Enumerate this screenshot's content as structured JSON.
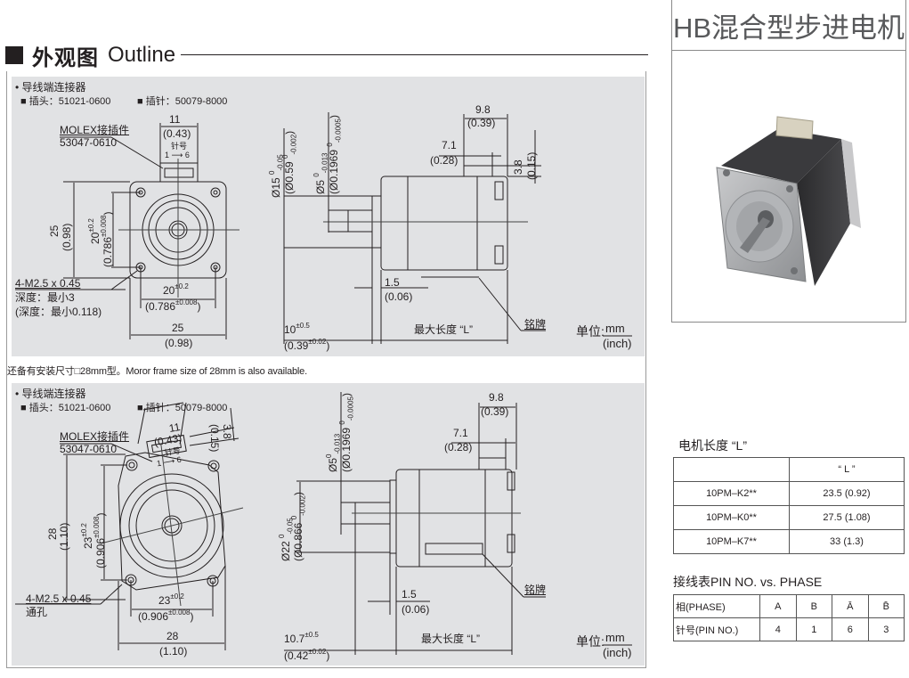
{
  "header": {
    "title": "HB混合型步进电机"
  },
  "section": {
    "title_cn": "外观图",
    "title_en": "Outline"
  },
  "drawing1": {
    "bullet": "• 导线端连接器",
    "plug_label": "■ 插头：51021-0600",
    "pin_label": "■ 插针：50079-8000",
    "molex_label": "MOLEX接插件",
    "molex_part": "53047-0610",
    "pin_no": "针号",
    "pin_range_start": "1",
    "pin_range_end": "6",
    "dim_connector_w": "11",
    "dim_connector_w_in": "(0.43)",
    "dim_height": "25",
    "dim_height_in": "(0.98)",
    "dim_hole_pitch_v": "20",
    "dim_hole_pitch_v_tol": "±0.2",
    "dim_hole_pitch_v_in": "(0.786",
    "dim_hole_pitch_v_in_tol": "±0.008",
    "screw": "4-M2.5 x 0.45",
    "depth": "深度：最小3",
    "depth_in": "(深度：最小0.118)",
    "dim_hole_pitch_h": "20",
    "dim_hole_pitch_h_tol": "±0.2",
    "dim_hole_pitch_h_in": "(0.786",
    "dim_hole_pitch_h_in_tol": "±0.008",
    "dim_width": "25",
    "dim_width_in": "(0.98)",
    "dim_boss": "Ø15",
    "dim_boss_tol_up": "0",
    "dim_boss_tol_low": "-0.05",
    "dim_boss_in": "(Ø0.59",
    "dim_boss_in_tol_up": "0",
    "dim_boss_in_tol_low": "-0.002",
    "dim_shaft": "Ø5",
    "dim_shaft_tol_up": "0",
    "dim_shaft_tol_low": "-0.013",
    "dim_shaft_in": "(Ø0.1969",
    "dim_shaft_in_tol_up": "0",
    "dim_shaft_in_tol_low": "-0.0005",
    "dim_98": "9.8",
    "dim_98_in": "(0.39)",
    "dim_71": "7.1",
    "dim_71_in": "(0.28)",
    "dim_38": "3.8",
    "dim_38_in": "(0.15)",
    "dim_15": "1.5",
    "dim_15_in": "(0.06)",
    "dim_shaft_len": "10",
    "dim_shaft_len_tol": "±0.5",
    "dim_shaft_len_in": "(0.39",
    "dim_shaft_len_in_tol": "±0.02",
    "max_len": "最大长度 “L”",
    "nameplate": "铭牌",
    "unit_label": "单位:",
    "unit_mm": "mm",
    "unit_inch": "(inch)"
  },
  "note": "还备有安装尺寸□28mm型。Moror frame size of 28mm is also available.",
  "drawing2": {
    "bullet": "• 导线端连接器",
    "plug_label": "■ 插头：51021-0600",
    "pin_label": "■ 插针：50079-8000",
    "molex_label": "MOLEX接插件",
    "molex_part": "53047-0610",
    "pin_no": "针号",
    "pin_range_start": "1",
    "pin_range_end": "6",
    "dim_connector_w": "11",
    "dim_connector_w_in": "(0.43)",
    "dim_38": "3.8",
    "dim_38_in": "(0.15)",
    "dim_height": "28",
    "dim_height_in": "(1.10)",
    "dim_hole_pitch_v": "23",
    "dim_hole_pitch_v_tol": "±0.2",
    "dim_hole_pitch_v_in": "(0.906",
    "dim_hole_pitch_v_in_tol": "±0.008",
    "screw": "4-M2.5 x 0.45",
    "through": "通孔",
    "dim_hole_pitch_h": "23",
    "dim_hole_pitch_h_tol": "±0.2",
    "dim_hole_pitch_h_in": "(0.906",
    "dim_hole_pitch_h_in_tol": "±0.008",
    "dim_width": "28",
    "dim_width_in": "(1.10)",
    "dim_shaft": "Ø5",
    "dim_shaft_tol_up": "0",
    "dim_shaft_tol_low": "-0.013",
    "dim_shaft_in": "(Ø0.1969",
    "dim_shaft_in_tol_up": "0",
    "dim_shaft_in_tol_low": "-0.0005",
    "dim_boss": "Ø22",
    "dim_boss_tol_up": "0",
    "dim_boss_tol_low": "-0.05",
    "dim_boss_in": "(Ø0.866",
    "dim_boss_in_tol_up": "0",
    "dim_boss_in_tol_low": "-0.002",
    "dim_98": "9.8",
    "dim_98_in": "(0.39)",
    "dim_71": "7.1",
    "dim_71_in": "(0.28)",
    "dim_15": "1.5",
    "dim_15_in": "(0.06)",
    "dim_shaft_len": "10.7",
    "dim_shaft_len_tol": "±0.5",
    "dim_shaft_len_in": "(0.42",
    "dim_shaft_len_in_tol": "±0.02",
    "max_len": "最大长度 “L”",
    "nameplate": "铭牌",
    "unit_label": "单位:",
    "unit_mm": "mm",
    "unit_inch": "(inch)"
  },
  "length_table": {
    "title": "电机长度 “L”",
    "header": [
      "",
      "“ L ”"
    ],
    "rows": [
      {
        "model": "10PM–K2**",
        "length": "23.5 (0.92)"
      },
      {
        "model": "10PM–K0**",
        "length": "27.5 (1.08)"
      },
      {
        "model": "10PM–K7**",
        "length": "33 (1.3)"
      }
    ]
  },
  "pin_table": {
    "title": "接线表PIN NO. vs. PHASE",
    "phase_label": "相(PHASE)",
    "pin_label": "针号(PIN NO.)",
    "phases": [
      "A",
      "B",
      "Ā",
      "B̄"
    ],
    "pins": [
      "4",
      "1",
      "6",
      "3"
    ]
  },
  "colors": {
    "panel_bg": "#e1e2e4",
    "title_text": "#58595b",
    "ink": "#231f20"
  }
}
